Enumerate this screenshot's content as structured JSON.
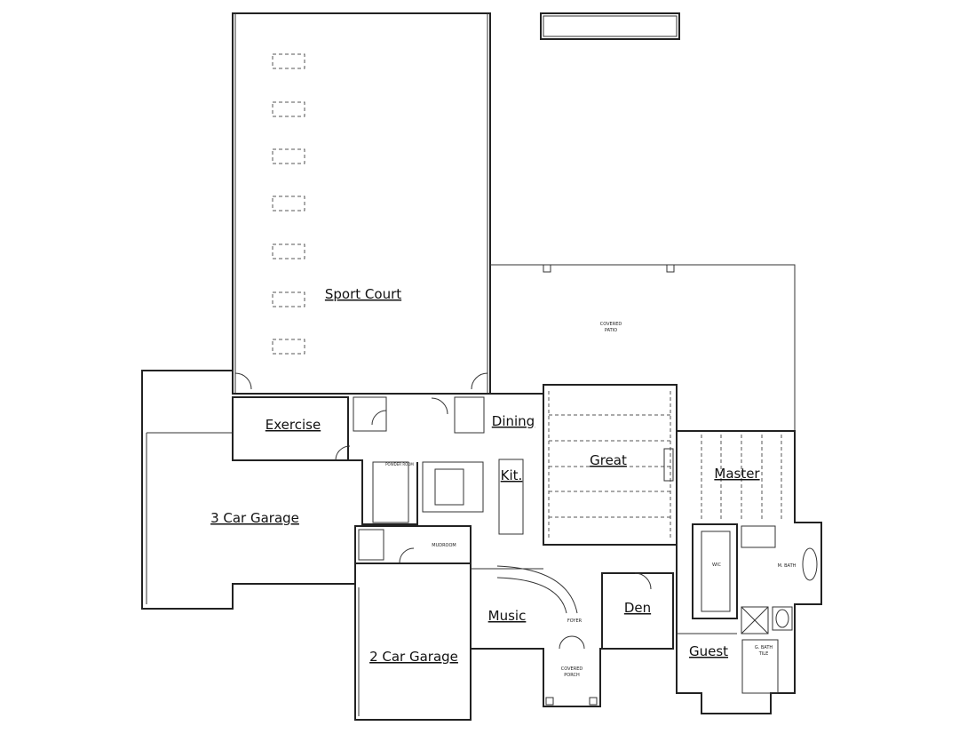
{
  "rooms": {
    "sport_court": "Sport Court",
    "exercise": "Exercise",
    "dining": "Dining",
    "kitchen": "Kit.",
    "great": "Great",
    "master": "Master",
    "three_car_garage": "3 Car Garage",
    "two_car_garage": "2 Car Garage",
    "music": "Music",
    "den": "Den",
    "guest": "Guest"
  },
  "small_labels": {
    "covered_patio_line1": "COVERED",
    "covered_patio_line2": "PATIO",
    "mudroom": "MUDROOM",
    "foyer": "FOYER",
    "covered_porch_line1": "COVERED",
    "covered_porch_line2": "PORCH",
    "wic": "WIC",
    "m_bath": "M. BATH",
    "g_bath_line1": "G. BATH",
    "g_bath_line2": "TILE",
    "powder": "POWDER ROOM"
  },
  "colors": {
    "line": "#222222",
    "background": "#ffffff"
  }
}
